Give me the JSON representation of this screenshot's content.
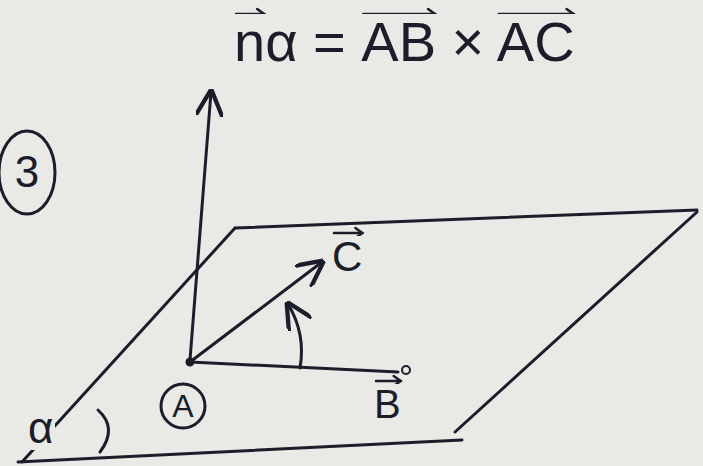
{
  "diagram": {
    "nodes": [
      {
        "text": [
          "3"
        ]
      },
      {
        "text": [
          "A"
        ]
      }
    ],
    "labels": [
      "nα = AB × AC",
      "C",
      "B",
      "α"
    ]
  }
}
